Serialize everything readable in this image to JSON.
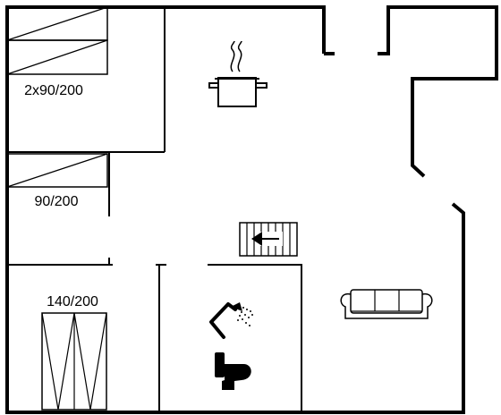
{
  "floorplan": {
    "rooms": [
      {
        "id": "bedroom-1",
        "bed_label": "2x90/200"
      },
      {
        "id": "bedroom-2",
        "bed_label": "90/200"
      },
      {
        "id": "bedroom-3",
        "bed_label": "140/200"
      }
    ],
    "icons": [
      "cooking-pot-icon",
      "stairs-icon",
      "sofa-icon",
      "shower-icon",
      "toilet-icon"
    ],
    "colors": {
      "wall": "#000000",
      "background": "#ffffff"
    }
  }
}
